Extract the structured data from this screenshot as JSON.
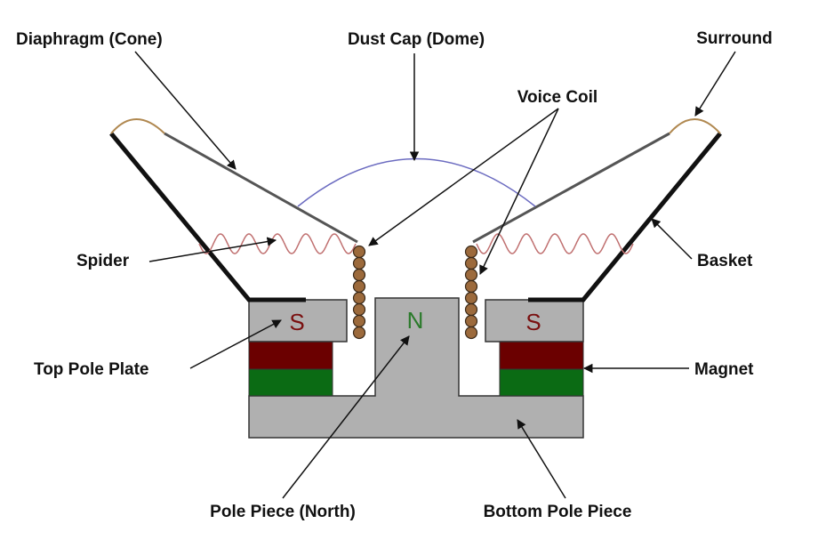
{
  "labels": {
    "diaphragm": "Diaphragm (Cone)",
    "dust_cap": "Dust Cap (Dome)",
    "surround": "Surround",
    "voice_coil": "Voice Coil",
    "spider": "Spider",
    "basket": "Basket",
    "top_pole_plate": "Top Pole Plate",
    "magnet": "Magnet",
    "pole_piece": "Pole Piece (North)",
    "bottom_pole_piece": "Bottom Pole Piece"
  },
  "poles": {
    "left": "S",
    "center": "N",
    "right": "S"
  },
  "colors": {
    "pole_piece": "#b0b0b0",
    "magnet_top": "#6b0000",
    "magnet_bottom": "#0b6b14",
    "voice_coil": "#9c6a3c",
    "spider": "#c07070",
    "dust_cap": "#6b6bc0",
    "surround": "#b08850",
    "south_text": "#7a1010",
    "north_text": "#2a7a2a"
  }
}
